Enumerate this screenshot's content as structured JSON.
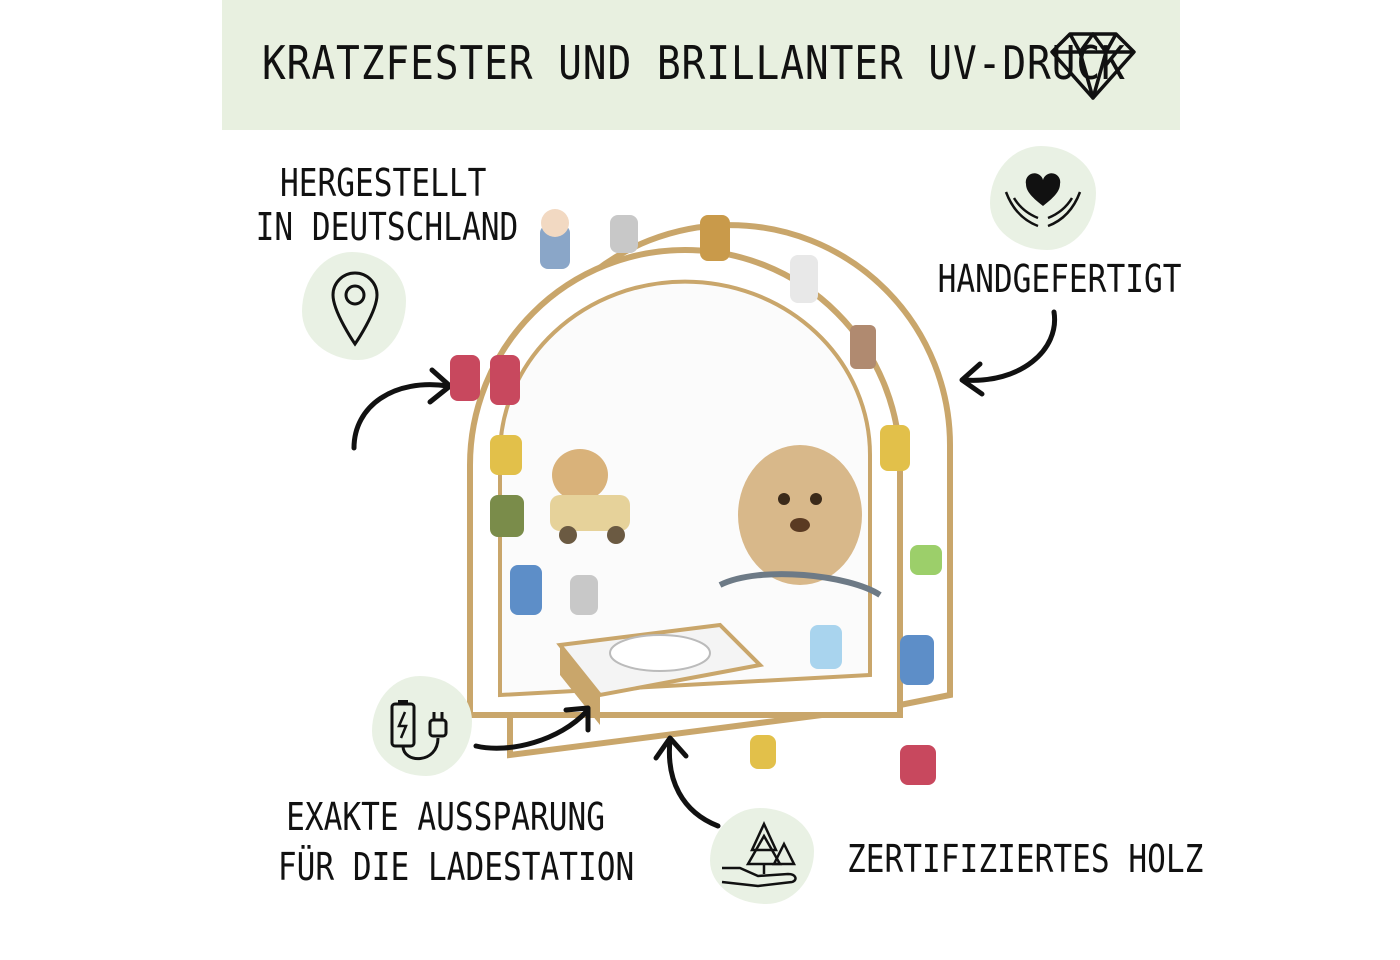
{
  "banner": {
    "title": "KRATZFESTER UND BRILLANTER UV-DRUCK",
    "icon": "diamond-icon"
  },
  "features": {
    "made_in_line1": "HERGESTELLT",
    "made_in_line2": "IN DEUTSCHLAND",
    "made_in_icon": "location-pin-icon",
    "handmade": "HANDGEFERTIGT",
    "handmade_icon": "heart-hands-icon",
    "cutout_line1": "EXAKTE AUSSPARUNG",
    "cutout_line2": "FÜR DIE LADESTATION",
    "cutout_icon": "battery-charger-icon",
    "wood": "ZERTIFIZIERTES HOLZ",
    "wood_icon": "trees-in-hand-icon"
  },
  "colors": {
    "banner_bg": "#e8f0e0",
    "icon_blob": "#e9f1e4",
    "wood_edge": "#c9a66b"
  }
}
